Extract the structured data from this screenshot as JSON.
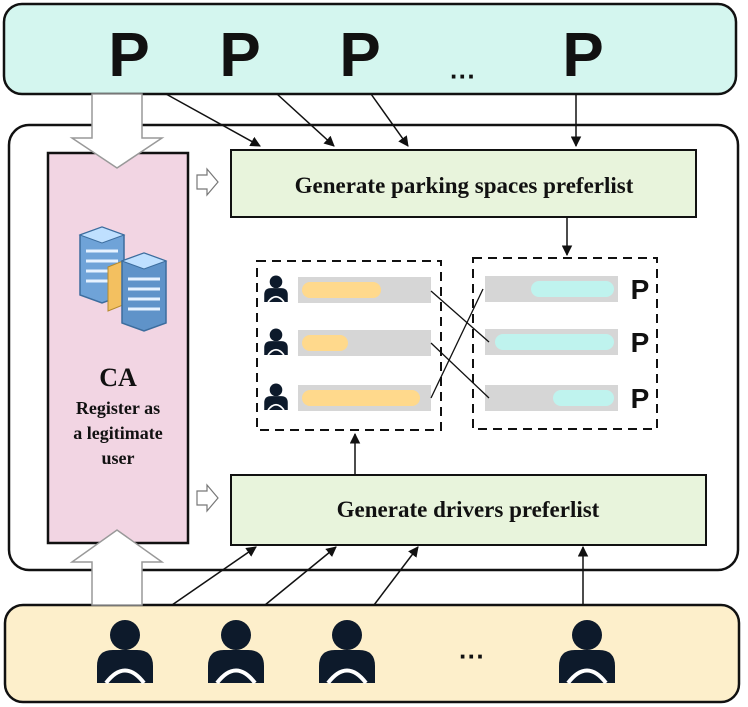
{
  "parking_row": {
    "symbols": [
      "P",
      "P",
      "P",
      "P"
    ],
    "ellipsis": "···"
  },
  "ca_panel": {
    "title": "CA",
    "lines": [
      "Register as",
      "a legitimate",
      "user"
    ]
  },
  "parking_preferlist_box": {
    "label": "Generate parking spaces preferlist"
  },
  "drivers_preferlist_box": {
    "label": "Generate drivers preferlist"
  },
  "driver_list": {
    "icon": "driver-icon",
    "fill_fractions": [
      0.62,
      0.36,
      0.92
    ]
  },
  "parking_list": {
    "symbols": [
      "P",
      "P",
      "P"
    ],
    "fill_fractions": [
      0.66,
      0.95,
      0.49
    ]
  },
  "driver_row": {
    "icon": "driver-icon",
    "ellipsis": "···"
  },
  "colors": {
    "parking_bg": "#d4f6ef",
    "driver_bg": "#fdefcb",
    "ca_bg": "#f2d5e3",
    "box_bg": "#e8f4dc",
    "driver_bar": "#ffd98c",
    "parking_bar": "#bff3ee",
    "track": "#d6d6d6",
    "ink": "#111111"
  }
}
